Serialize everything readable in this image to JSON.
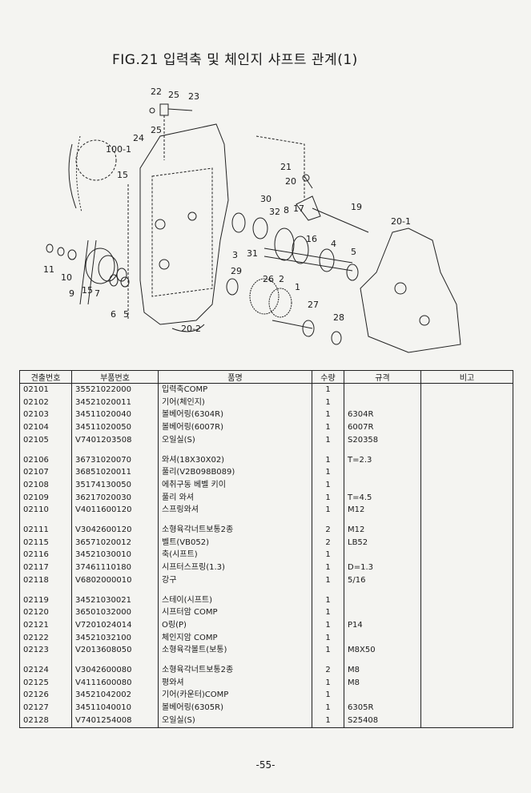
{
  "title": "FIG.21 입력축 및 체인지 샤프트 관계(1)",
  "diagram_labels": {
    "l22": "22",
    "l25a": "25",
    "l23": "23",
    "l24": "24",
    "l25b": "25",
    "l100": "100-1",
    "l15a": "15",
    "l21": "21",
    "l20": "20",
    "l30": "30",
    "l32": "32",
    "l8": "8",
    "l17": "17",
    "l19": "19",
    "l201": "20-1",
    "l16": "16",
    "l4": "4",
    "l5a": "5",
    "l3": "3",
    "l31": "31",
    "l29": "29",
    "l26": "26",
    "l2": "2",
    "l1": "1",
    "l11": "11",
    "l10": "10",
    "l9": "9",
    "l15b": "15",
    "l7": "7",
    "l6": "6",
    "l5b": "5",
    "l27": "27",
    "l28": "28",
    "l202": "20-2"
  },
  "table": {
    "headers": [
      "견출번호",
      "부품번호",
      "품명",
      "수량",
      "규격",
      "비고"
    ],
    "groups": [
      [
        [
          "02101",
          "35521022000",
          "입력축COMP",
          "1",
          "",
          ""
        ],
        [
          "02102",
          "34521020011",
          "기어(체인지)",
          "1",
          "",
          ""
        ],
        [
          "02103",
          "34511020040",
          "볼베어링(6304R)",
          "1",
          "6304R",
          ""
        ],
        [
          "02104",
          "34511020050",
          "볼베어링(6007R)",
          "1",
          "6007R",
          ""
        ],
        [
          "02105",
          "V7401203508",
          "오일실(S)",
          "1",
          "S20358",
          ""
        ]
      ],
      [
        [
          "02106",
          "36731020070",
          "와셔(18X30X02)",
          "1",
          "T=2.3",
          ""
        ],
        [
          "02107",
          "36851020011",
          "풀리(V2B098B089)",
          "1",
          "",
          ""
        ],
        [
          "02108",
          "35174130050",
          "에취구동 베벨 키이",
          "1",
          "",
          ""
        ],
        [
          "02109",
          "36217020030",
          "풀리 와셔",
          "1",
          "T=4.5",
          ""
        ],
        [
          "02110",
          "V4011600120",
          "스프링와셔",
          "1",
          "M12",
          ""
        ]
      ],
      [
        [
          "02111",
          "V3042600120",
          "소형육각너트보통2종",
          "2",
          "M12",
          ""
        ],
        [
          "02115",
          "36571020012",
          "벨트(VB052)",
          "2",
          "LB52",
          ""
        ],
        [
          "02116",
          "34521030010",
          "축(시프트)",
          "1",
          "",
          ""
        ],
        [
          "02117",
          "37461110180",
          "시프터스프링(1.3)",
          "1",
          "D=1.3",
          ""
        ],
        [
          "02118",
          "V6802000010",
          "강구",
          "1",
          "5/16",
          ""
        ]
      ],
      [
        [
          "02119",
          "34521030021",
          "스테이(시프트)",
          "1",
          "",
          ""
        ],
        [
          "02120",
          "36501032000",
          "시프터암 COMP",
          "1",
          "",
          ""
        ],
        [
          "02121",
          "V7201024014",
          "O링(P)",
          "1",
          "P14",
          ""
        ],
        [
          "02122",
          "34521032100",
          "체인지암 COMP",
          "1",
          "",
          ""
        ],
        [
          "02123",
          "V2013608050",
          "소형육각볼트(보통)",
          "1",
          "M8X50",
          ""
        ]
      ],
      [
        [
          "02124",
          "V3042600080",
          "소형육각너트보통2종",
          "2",
          "M8",
          ""
        ],
        [
          "02125",
          "V4111600080",
          "평와셔",
          "1",
          "M8",
          ""
        ],
        [
          "02126",
          "34521042002",
          "기어(카운터)COMP",
          "1",
          "",
          ""
        ],
        [
          "02127",
          "34511040010",
          "볼베어링(6305R)",
          "1",
          "6305R",
          ""
        ],
        [
          "02128",
          "V7401254008",
          "오일실(S)",
          "1",
          "S25408",
          ""
        ]
      ]
    ]
  },
  "page_number": "-55-"
}
